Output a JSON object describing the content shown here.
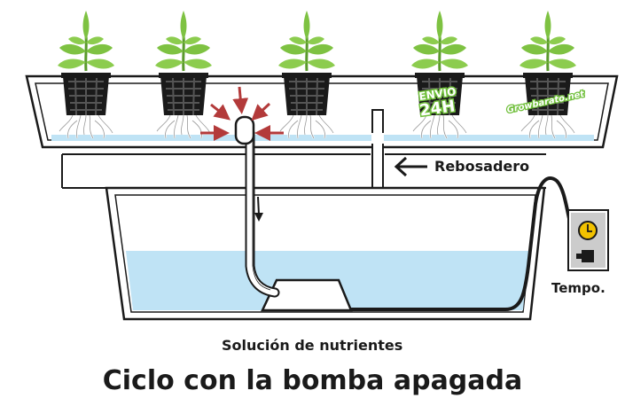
{
  "title": "Ciclo con la bomba apagada",
  "labels": {
    "overflow": "Rebosadero",
    "timer": "Tempo.",
    "solution": "Solución de nutrientes"
  },
  "badges": {
    "shipping_line1": "ENVIO",
    "shipping_line2": "24H",
    "brand": "Growbarato.net"
  },
  "icons": [
    "plant-icon",
    "net-pot-icon",
    "pump-icon",
    "timer-icon",
    "arrow-left-icon",
    "arrow-down-icon"
  ],
  "colors": {
    "water": "#bfe3f5",
    "leaf": "#7ec242",
    "leaf_dark": "#5a9a2c",
    "arrow": "#b33a3a",
    "outline": "#1a1a1a",
    "badge": "#6fbf3a",
    "timer_face": "#f2c200"
  }
}
